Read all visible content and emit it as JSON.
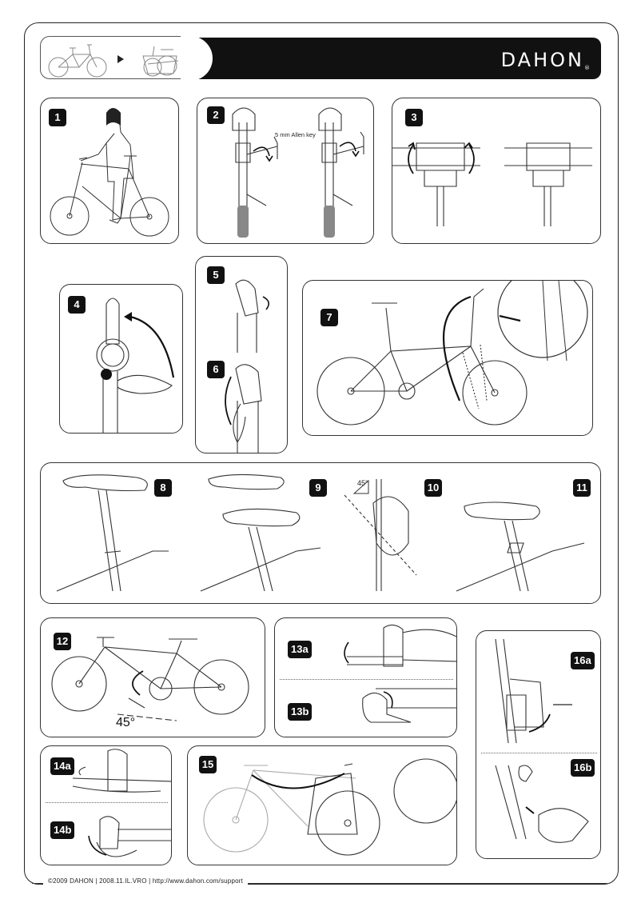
{
  "brand": {
    "logo": "DAHON",
    "registered_mark": "®"
  },
  "steps": {
    "s1": "1",
    "s2": "2",
    "s3": "3",
    "s4": "4",
    "s5": "5",
    "s6": "6",
    "s7": "7",
    "s8": "8",
    "s9": "9",
    "s10": "10",
    "s11": "11",
    "s12": "12",
    "s13a": "13a",
    "s13b": "13b",
    "s14a": "14a",
    "s14b": "14b",
    "s15": "15",
    "s16a": "16a",
    "s16b": "16b"
  },
  "labels": {
    "allen_key": "5 mm Allen key",
    "angle_45_small": "45°",
    "angle_45_big": "45°"
  },
  "footer": {
    "text": "©2009 DAHON  |  2008.11.IL.VRO  |  http://www.dahon.com/support"
  },
  "colors": {
    "ink": "#111111",
    "panel_border": "#333333",
    "background": "#ffffff"
  },
  "icons": [
    "bike-unfolded-icon",
    "arrow-right-icon",
    "bike-folded-icon"
  ]
}
